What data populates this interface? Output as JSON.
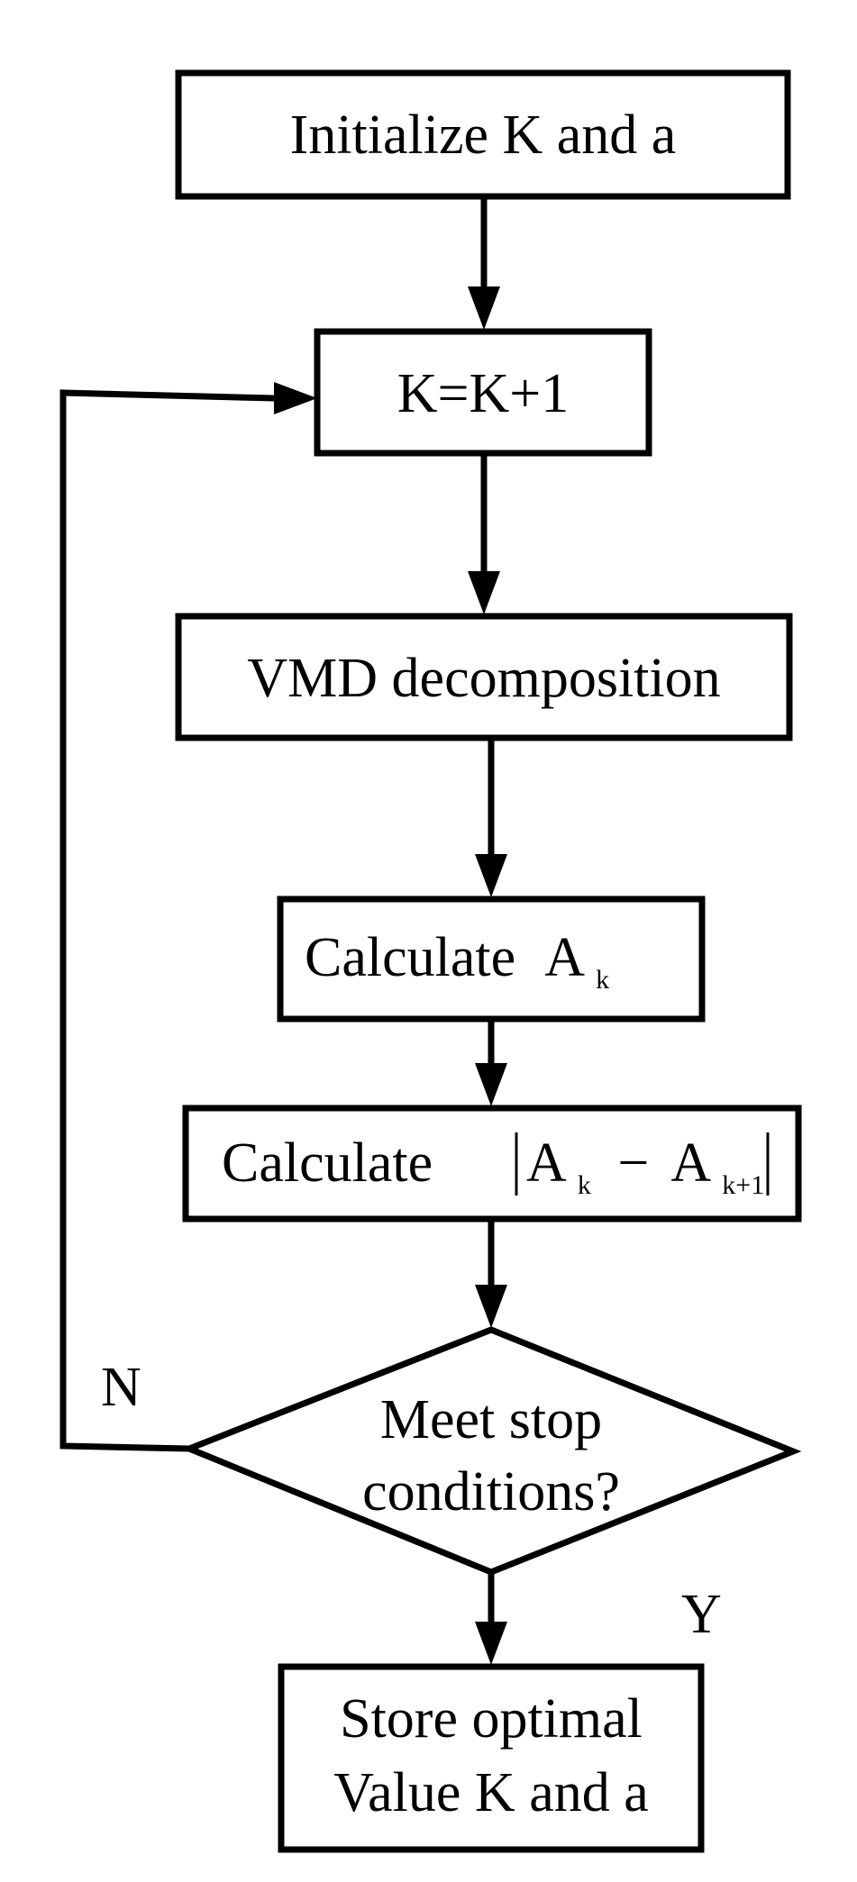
{
  "steps": {
    "init": "Initialize K and a",
    "increment": "K=K+1",
    "vmd": "VMD decomposition",
    "calc_a": {
      "prefix": "Calculate",
      "symbol": "A",
      "subscript": "k"
    },
    "calc_diff": {
      "prefix": "Calculate",
      "symbol_1": "A",
      "subscript_1": "k",
      "operator": "−",
      "symbol_2": "A",
      "subscript_2": "k+1"
    },
    "decision": {
      "line1": "Meet stop",
      "line2": "conditions?"
    },
    "store": {
      "line1": "Store optimal",
      "line2": "Value K and a"
    }
  },
  "branches": {
    "no": "N",
    "yes": "Y"
  }
}
